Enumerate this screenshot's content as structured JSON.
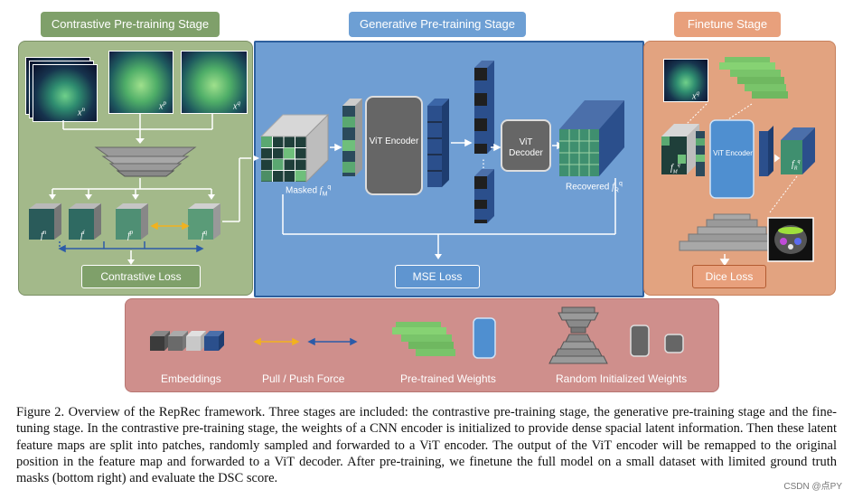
{
  "stages": {
    "contrastive": "Contrastive Pre-training Stage",
    "generative": "Generative Pre-training Stage",
    "finetune": "Finetune Stage"
  },
  "losses": {
    "contrastive": "Contrastive Loss",
    "mse": "MSE Loss",
    "dice": "Dice Loss"
  },
  "labels": {
    "xn": "x",
    "xn_sup": "n",
    "xp": "x",
    "xp_sup": "p",
    "xq": "x",
    "xq_sup": "q",
    "fn": "f",
    "fn_sup": "n",
    "fi": "f",
    "fi_sup": "i",
    "fp": "f",
    "fp_sup": "p",
    "fq": "f",
    "fq_sup": "q",
    "masked": "Masked ",
    "masked_f": "f",
    "masked_sub": "M",
    "masked_sup": "q",
    "recovered": "Recovered ",
    "recovered_f": "f",
    "recovered_sub": "R",
    "recovered_sup": "q",
    "vit_encoder": "ViT Encoder",
    "vit_decoder": "ViT Decoder",
    "vit_encoder_small": "ViT Encoder",
    "ft_xq": "x",
    "ft_xq_sup": "q",
    "ft_fm": "f",
    "ft_fm_sub": "M",
    "ft_fm_sup": "q",
    "ft_fr": "f",
    "ft_fr_sub": "R",
    "ft_fr_sup": "q"
  },
  "legend": {
    "embeddings": "Embeddings",
    "pull_push": "Pull / Push Force",
    "pretrained": "Pre-trained Weights",
    "random_init": "Random Initialized Weights"
  },
  "caption": "Figure 2. Overview of the RepRec framework. Three stages are included: the contrastive pre-training stage, the generative pre-training stage and the fine-tuning stage. In the contrastive pre-training stage, the weights of a CNN encoder is initialized to provide dense spacial latent information. Then these latent feature maps are split into patches, randomly sampled and forwarded to a ViT encoder. The output of the ViT encoder will be remapped to the original position in the feature map and forwarded to a ViT decoder. After pre-training, we finetune the full model on a small dataset with limited ground truth masks (bottom right) and evaluate the DSC score.",
  "watermark": "CSDN @点PY",
  "colors": {
    "green_panel": "#a3b98a",
    "blue_panel": "#6f9ed3",
    "orange_panel": "#e2a380",
    "legend_panel": "#cf8f8c",
    "green_label": "#7fa06a",
    "blue_label": "#6d9fd4",
    "orange_label": "#e8a07c",
    "push_blue": "#2c5ba8",
    "pull_orange": "#f2b21e"
  }
}
